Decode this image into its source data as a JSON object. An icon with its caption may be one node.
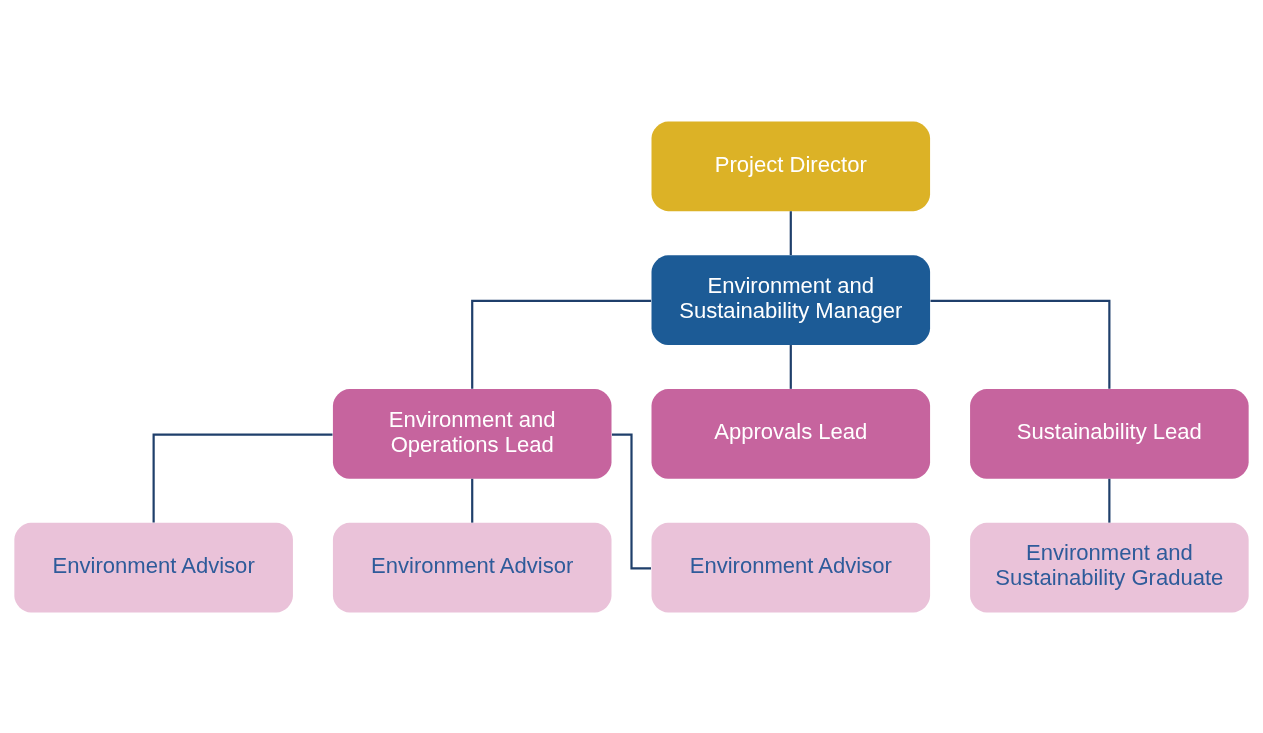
{
  "diagram": {
    "nodes": [
      {
        "text": [
          "Project Director"
        ]
      },
      {
        "text": [
          "Environment and Sustainability Manager"
        ]
      },
      {
        "text": [
          "Environment and Operations Lead"
        ]
      },
      {
        "text": [
          "Approvals Lead"
        ]
      },
      {
        "text": [
          "Sustainability Lead"
        ]
      },
      {
        "text": [
          "Environment Advisor"
        ]
      },
      {
        "text": [
          "Environment Advisor"
        ]
      },
      {
        "text": [
          "Environment Advisor"
        ]
      },
      {
        "text": [
          "Environment and Sustainability Graduate"
        ]
      }
    ],
    "edges": [
      {
        "from": 0,
        "to": 1,
        "arrow": "none"
      },
      {
        "from": 1,
        "to": 2,
        "arrow": "none"
      },
      {
        "from": 1,
        "to": 3,
        "arrow": "none"
      },
      {
        "from": 1,
        "to": 4,
        "arrow": "none"
      },
      {
        "from": 2,
        "to": 5,
        "arrow": "none"
      },
      {
        "from": 2,
        "to": 6,
        "arrow": "none"
      },
      {
        "from": 2,
        "to": 7,
        "arrow": "none"
      },
      {
        "from": 4,
        "to": 8,
        "arrow": "none"
      }
    ]
  }
}
